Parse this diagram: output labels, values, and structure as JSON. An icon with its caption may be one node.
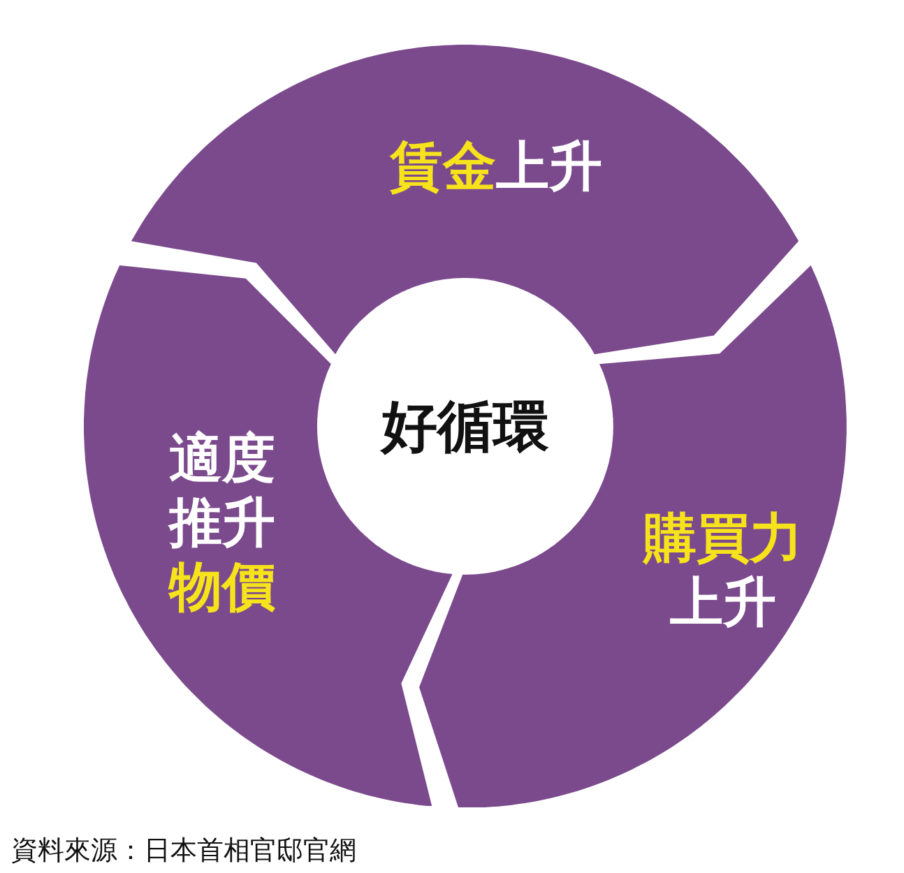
{
  "diagram": {
    "caption": "資料來源：日本首相官邸官網",
    "nodes": [
      {
        "text": [
          "賃金上升"
        ]
      },
      {
        "text": [
          "購買力上升"
        ]
      },
      {
        "text": [
          "適度推升物價"
        ]
      },
      {
        "text": [
          "好循環"
        ]
      }
    ]
  }
}
